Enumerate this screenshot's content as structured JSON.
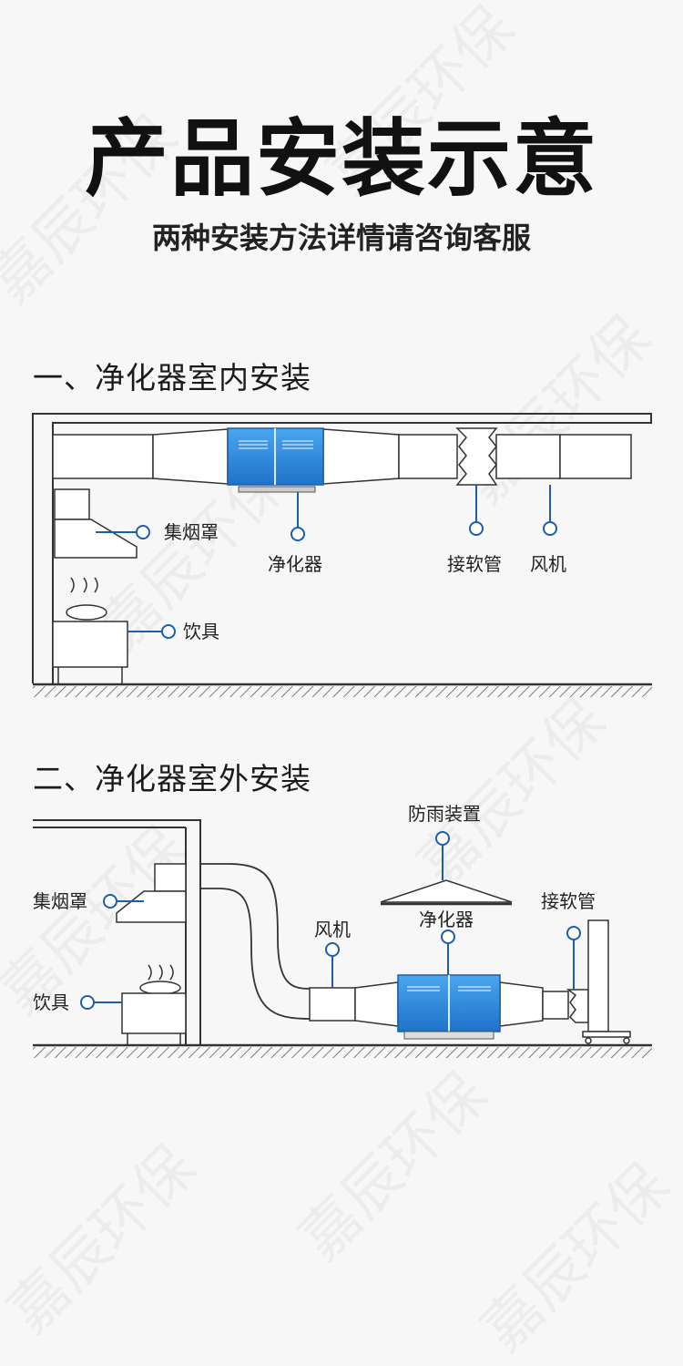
{
  "header": {
    "title": "产品安装示意",
    "subtitle": "两种安装方法详情请咨询客服"
  },
  "watermark": {
    "text": "嘉辰环保"
  },
  "indoor": {
    "title": "一、净化器室内安装",
    "labels": {
      "hood": "集烟罩",
      "stove": "饮具",
      "purifier": "净化器",
      "flex_pipe": "接软管",
      "fan": "风机"
    }
  },
  "outdoor": {
    "title": "二、净化器室外安装",
    "labels": {
      "hood": "集烟罩",
      "stove": "饮具",
      "fan": "风机",
      "rain_cover": "防雨装置",
      "purifier": "净化器",
      "flex_pipe": "接软管"
    }
  },
  "colors": {
    "accent": "#1a5fa8",
    "purifier_blue": "#2e8be0",
    "line": "#333333"
  }
}
